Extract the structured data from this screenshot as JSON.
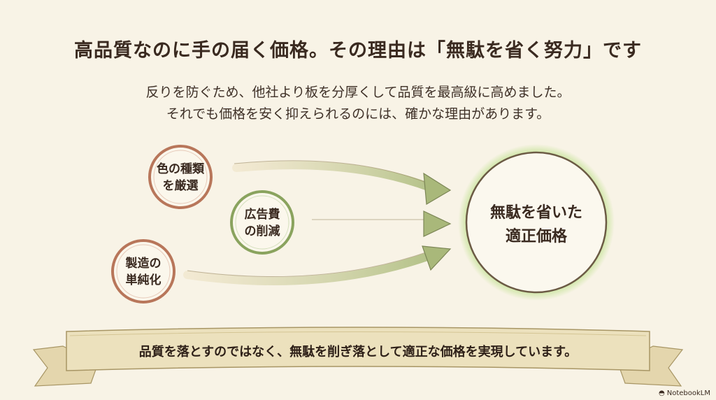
{
  "title": "高品質なのに手の届く価格。その理由は「無駄を省く努力」です",
  "subtitle": [
    "反りを防ぐため、他社より板を分厚くして品質を最高級に高めました。",
    "それでも価格を安く抑えられるのには、確かな理由があります。"
  ],
  "causes": [
    {
      "lines": [
        "色の種類",
        "を厳選"
      ],
      "color": "#b8765a"
    },
    {
      "lines": [
        "広告費",
        "の削減"
      ],
      "color": "#8aa35e"
    },
    {
      "lines": [
        "製造の",
        "単純化"
      ],
      "color": "#b8765a"
    }
  ],
  "goal": {
    "lines": [
      "無駄を省いた",
      "適正価格"
    ],
    "ring_color": "#6b5a44",
    "glow_color": "#cfe6a6"
  },
  "banner": "品質を落とすのではなく、無駄を削ぎ落として適正な価格を実現しています。",
  "brand": "NotebookLM",
  "colors": {
    "background": "#f8f3e6",
    "arrow": "#a9b37e",
    "ribbon": "#ece1bd"
  }
}
